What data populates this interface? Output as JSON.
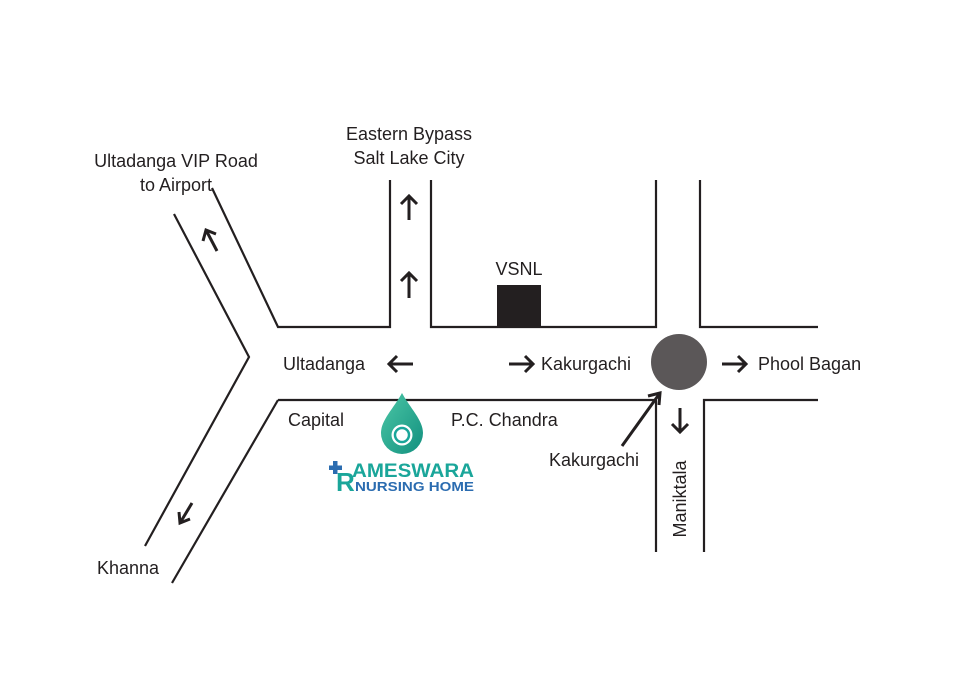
{
  "labels": {
    "ultadanga_vip_line1": "Ultadanga VIP Road",
    "ultadanga_vip_line2": "to Airport",
    "eastern_bypass_line1": "Eastern Bypass",
    "eastern_bypass_line2": "Salt Lake City",
    "vsnl": "VSNL",
    "ultadanga": "Ultadanga",
    "kakurgachi_road": "Kakurgachi",
    "phool_bagan": "Phool Bagan",
    "capital": "Capital",
    "pc_chandra": "P.C. Chandra",
    "kakurgachi_point": "Kakurgachi",
    "maniktala": "Maniktala",
    "khanna": "Khanna"
  },
  "logo": {
    "line1": "AMESWARA",
    "line2": "NURSING HOME",
    "initial": "R",
    "colors": {
      "teal": "#1aa69a",
      "blue": "#2b6cb0"
    }
  },
  "colors": {
    "ink": "#231f20",
    "junction": "#5b5758"
  }
}
